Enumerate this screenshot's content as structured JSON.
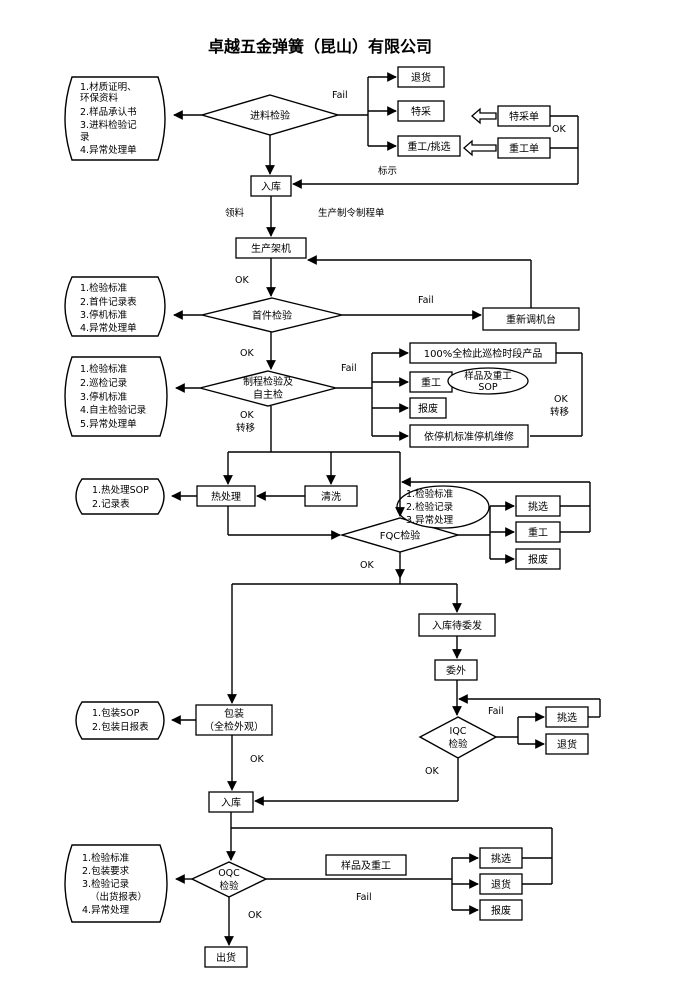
{
  "title": "卓越五金弹簧（昆山）有限公司",
  "doc1": [
    "1.材质证明、",
    "环保资料",
    "2.样品承认书",
    "3.进料检验记",
    "录",
    "4.异常处理单"
  ],
  "doc2": [
    "1.检验标准",
    "2.首件记录表",
    "3.停机标准",
    "4.异常处理单"
  ],
  "doc3": [
    "1.检验标准",
    "2.巡检记录",
    "3.停机标准",
    "4.自主检验记录",
    "5.异常处理单"
  ],
  "doc4": [
    "1.热处理SOP",
    "2.记录表"
  ],
  "doc5": [
    "1.包装SOP",
    "2.包装日报表"
  ],
  "doc6": [
    "1.检验标准",
    "2.包装要求",
    "3.检验记录",
    "（出货报表）",
    "4.异常处理"
  ],
  "fqc_doc": [
    "1.检验标准",
    "2.检验记录",
    "3.异常处理"
  ],
  "nodes": {
    "incoming_inspection": "进料检验",
    "return_goods": "退货",
    "special_pick": "特采",
    "special_form": "特采单",
    "rework_pick": "重工/挑选",
    "rework_form": "重工单",
    "warehouse_in": "入库",
    "production_setup": "生产架机",
    "first_article": "首件检验",
    "readjust": "重新调机台",
    "process_inspection": [
      "制程检验及",
      "自主检"
    ],
    "full_inspect": "100%全检此巡检时段产品",
    "rework": "重工",
    "sample_rework_sop": [
      "样品及重工",
      "SOP"
    ],
    "scrap": "报废",
    "stop_repair": "依停机标准停机维修",
    "heat_treatment": "热处理",
    "cleaning": "清洗",
    "fqc": "FQC检验",
    "fqc_pick": "挑选",
    "fqc_rework": "重工",
    "fqc_scrap": "报废",
    "await_outsource": "入库待委发",
    "outsource": "委外",
    "iqc": [
      "IQC",
      "检验"
    ],
    "iqc_pick": "挑选",
    "iqc_return": "退货",
    "packing": [
      "包装",
      "（全检外观）"
    ],
    "warehouse_in2": "入库",
    "oqc": [
      "OQC",
      "检验"
    ],
    "oqc_sample_rework": "样品及重工",
    "oqc_pick": "挑选",
    "oqc_return": "退货",
    "oqc_scrap": "报废",
    "ship": "出货"
  },
  "labels": {
    "fail1": "Fail",
    "ok1": "OK",
    "mark": "标示",
    "pick_material": "领料",
    "production_order": "生产制令制程单",
    "ok2": "OK",
    "fail2": "Fail",
    "ok3": "OK",
    "fail3": "Fail",
    "ok4": "OK",
    "transfer4": "转移",
    "ok5": "OK",
    "transfer5": "转移",
    "ok6": "OK",
    "fail_iqc": "Fail",
    "ok_iqc": "OK",
    "ok_pack": "OK",
    "fail_oqc": "Fail",
    "ok_oqc": "OK"
  }
}
